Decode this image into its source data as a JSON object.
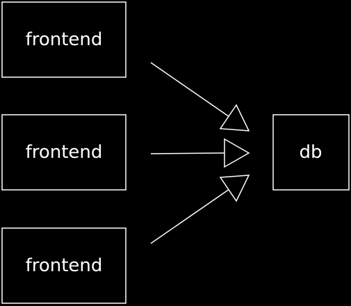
{
  "colors": {
    "background": "#000000",
    "stroke": "#ffffff",
    "text": "#ffffff"
  },
  "nodes": {
    "frontend_1": {
      "label": "frontend"
    },
    "frontend_2": {
      "label": "frontend"
    },
    "frontend_3": {
      "label": "frontend"
    },
    "db": {
      "label": "db"
    }
  },
  "edges": [
    {
      "from": "frontend_1",
      "to": "db",
      "arrowhead": "open-triangle"
    },
    {
      "from": "frontend_2",
      "to": "db",
      "arrowhead": "open-triangle"
    },
    {
      "from": "frontend_3",
      "to": "db",
      "arrowhead": "open-triangle"
    }
  ]
}
